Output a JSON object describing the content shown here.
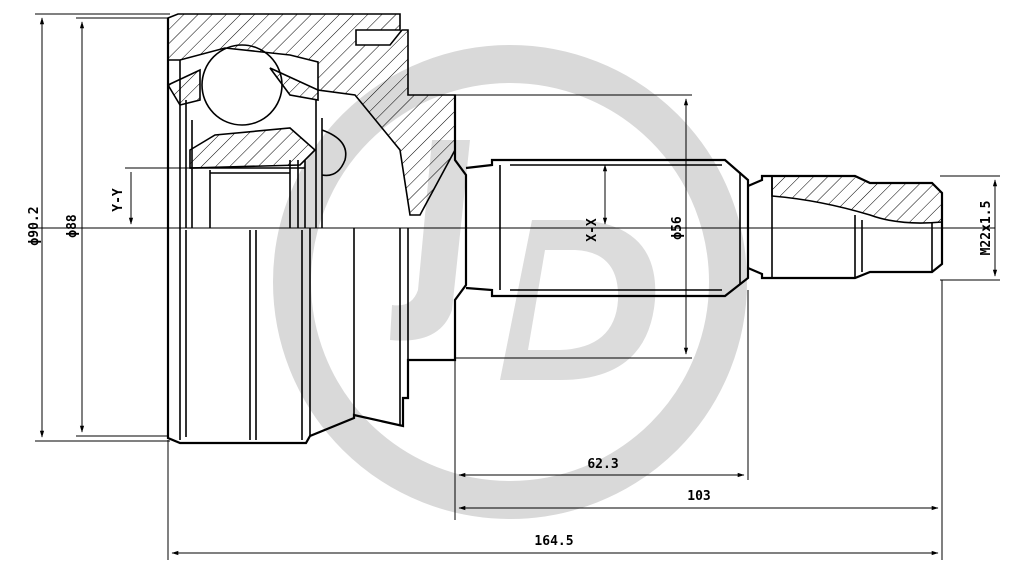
{
  "dimensions": {
    "dia_outer": "ϕ90.2",
    "dia_inner": "ϕ88",
    "axis_y": "Y-Y",
    "axis_x": "X-X",
    "dia_shaft": "ϕ56",
    "thread": "M22x1.5",
    "len_spline": "62.3",
    "len_stub": "103",
    "len_total": "164.5"
  },
  "colors": {
    "line": "#000000",
    "watermark": "#d9d9d9"
  },
  "watermark": "JD"
}
